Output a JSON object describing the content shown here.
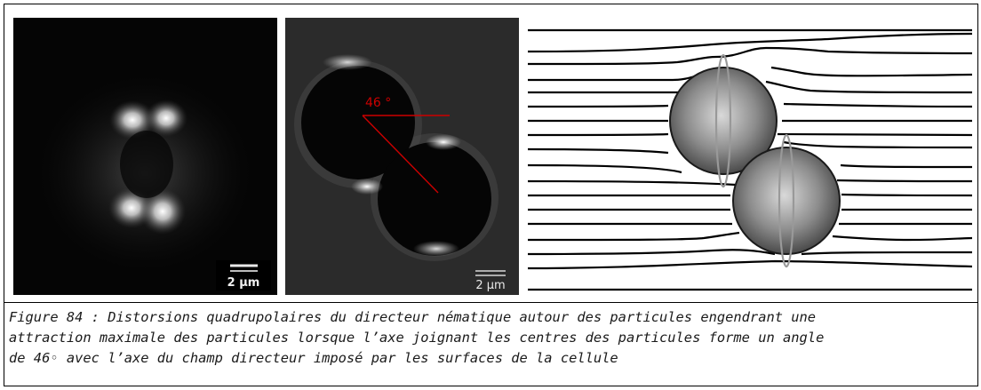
{
  "figure": {
    "panel_left": {
      "scale_bar_label": "2 µm"
    },
    "panel_middle": {
      "angle_label": "46 °",
      "scale_bar_label": "2 µm"
    },
    "caption_lines": [
      "Figure 84 : Distorsions quadrupolaires du directeur nématique autour des particules engendrant une",
      "attraction maximale des particules lorsque l’axe joignant les centres des particules forme un angle",
      "de 46◦ avec l’axe du champ directeur imposé par les surfaces de la cellule"
    ]
  },
  "colors": {
    "angle_line": "#cc0000",
    "border": "#000000"
  }
}
